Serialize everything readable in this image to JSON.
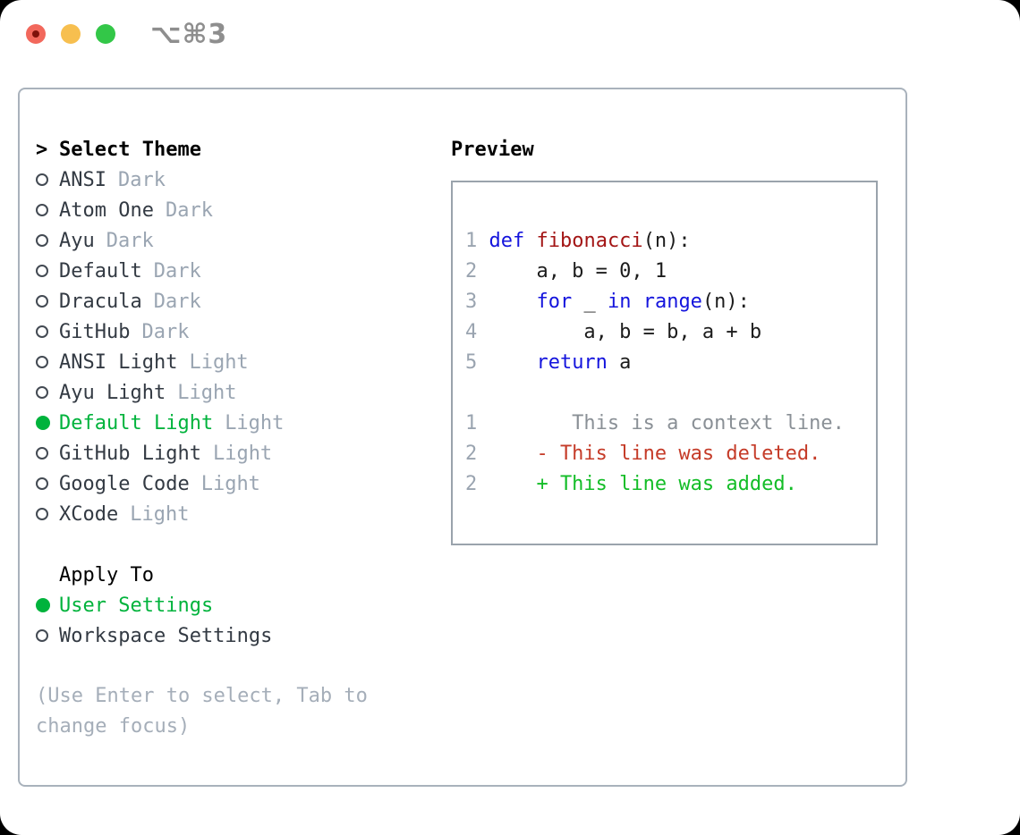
{
  "window": {
    "shortcut": "⌥⌘3",
    "traffic_lights": [
      "close",
      "minimize",
      "zoom"
    ]
  },
  "theme_picker": {
    "prompt": ">",
    "header": "Select Theme",
    "items": [
      {
        "name": "ANSI",
        "tag": "Dark",
        "selected": false
      },
      {
        "name": "Atom One",
        "tag": "Dark",
        "selected": false
      },
      {
        "name": "Ayu",
        "tag": "Dark",
        "selected": false
      },
      {
        "name": "Default",
        "tag": "Dark",
        "selected": false
      },
      {
        "name": "Dracula",
        "tag": "Dark",
        "selected": false
      },
      {
        "name": "GitHub",
        "tag": "Dark",
        "selected": false
      },
      {
        "name": "ANSI Light",
        "tag": "Light",
        "selected": false
      },
      {
        "name": "Ayu Light",
        "tag": "Light",
        "selected": false
      },
      {
        "name": "Default Light",
        "tag": "Light",
        "selected": true
      },
      {
        "name": "GitHub Light",
        "tag": "Light",
        "selected": false
      },
      {
        "name": "Google Code",
        "tag": "Light",
        "selected": false
      },
      {
        "name": "XCode",
        "tag": "Light",
        "selected": false
      }
    ]
  },
  "apply_to": {
    "header": "Apply To",
    "items": [
      {
        "label": "User Settings",
        "selected": true
      },
      {
        "label": "Workspace Settings",
        "selected": false
      }
    ]
  },
  "hint": "(Use Enter to select, Tab to change focus)",
  "preview": {
    "title": "Preview",
    "lines": [
      {
        "num": "1",
        "segments": [
          {
            "text": "def",
            "color": "keyword"
          },
          {
            "text": " ",
            "color": "code_text"
          },
          {
            "text": "fibonacci",
            "color": "function_name"
          },
          {
            "text": "(n):",
            "color": "code_text"
          }
        ]
      },
      {
        "num": "2",
        "segments": [
          {
            "text": "    a, b = 0, 1",
            "color": "code_text"
          }
        ]
      },
      {
        "num": "3",
        "segments": [
          {
            "text": "    ",
            "color": "code_text"
          },
          {
            "text": "for",
            "color": "keyword"
          },
          {
            "text": " _ ",
            "color": "code_text"
          },
          {
            "text": "in",
            "color": "keyword"
          },
          {
            "text": " ",
            "color": "code_text"
          },
          {
            "text": "range",
            "color": "keyword"
          },
          {
            "text": "(n):",
            "color": "code_text"
          }
        ]
      },
      {
        "num": "4",
        "segments": [
          {
            "text": "        a, b = b, a + b",
            "color": "code_text"
          }
        ]
      },
      {
        "num": "5",
        "segments": [
          {
            "text": "    ",
            "color": "code_text"
          },
          {
            "text": "return",
            "color": "keyword"
          },
          {
            "text": " a",
            "color": "code_text"
          }
        ]
      },
      {
        "num": "",
        "segments": []
      },
      {
        "num": "1",
        "segments": [
          {
            "text": "       This is a context line.",
            "color": "context_line"
          }
        ]
      },
      {
        "num": "2",
        "segments": [
          {
            "text": "    - This line was deleted.",
            "color": "deleted_line"
          }
        ]
      },
      {
        "num": "2",
        "segments": [
          {
            "text": "    + This line was added.",
            "color": "added_line"
          }
        ]
      }
    ]
  },
  "colors": {
    "accent_green": "#00b33c",
    "keyword": "#1414dd",
    "function_name": "#a31515",
    "code_text": "#1c1c1c",
    "line_number": "#9aa4b0",
    "context_line": "#8a9096",
    "deleted_line": "#c53b28",
    "added_line": "#13bd27",
    "theme_name": "#333a43",
    "tag_gray": "#9aa5b2",
    "hint_gray": "#a5aeb9",
    "panel_border": "#a9b2bc",
    "preview_border": "#9aa3ac",
    "traffic_red": "#f2685c",
    "traffic_red_dot": "#7e120b",
    "traffic_yellow": "#f7bf4f",
    "traffic_green": "#33c748",
    "shortcut_gray": "#8e8e8e",
    "header_black": "#000000"
  }
}
